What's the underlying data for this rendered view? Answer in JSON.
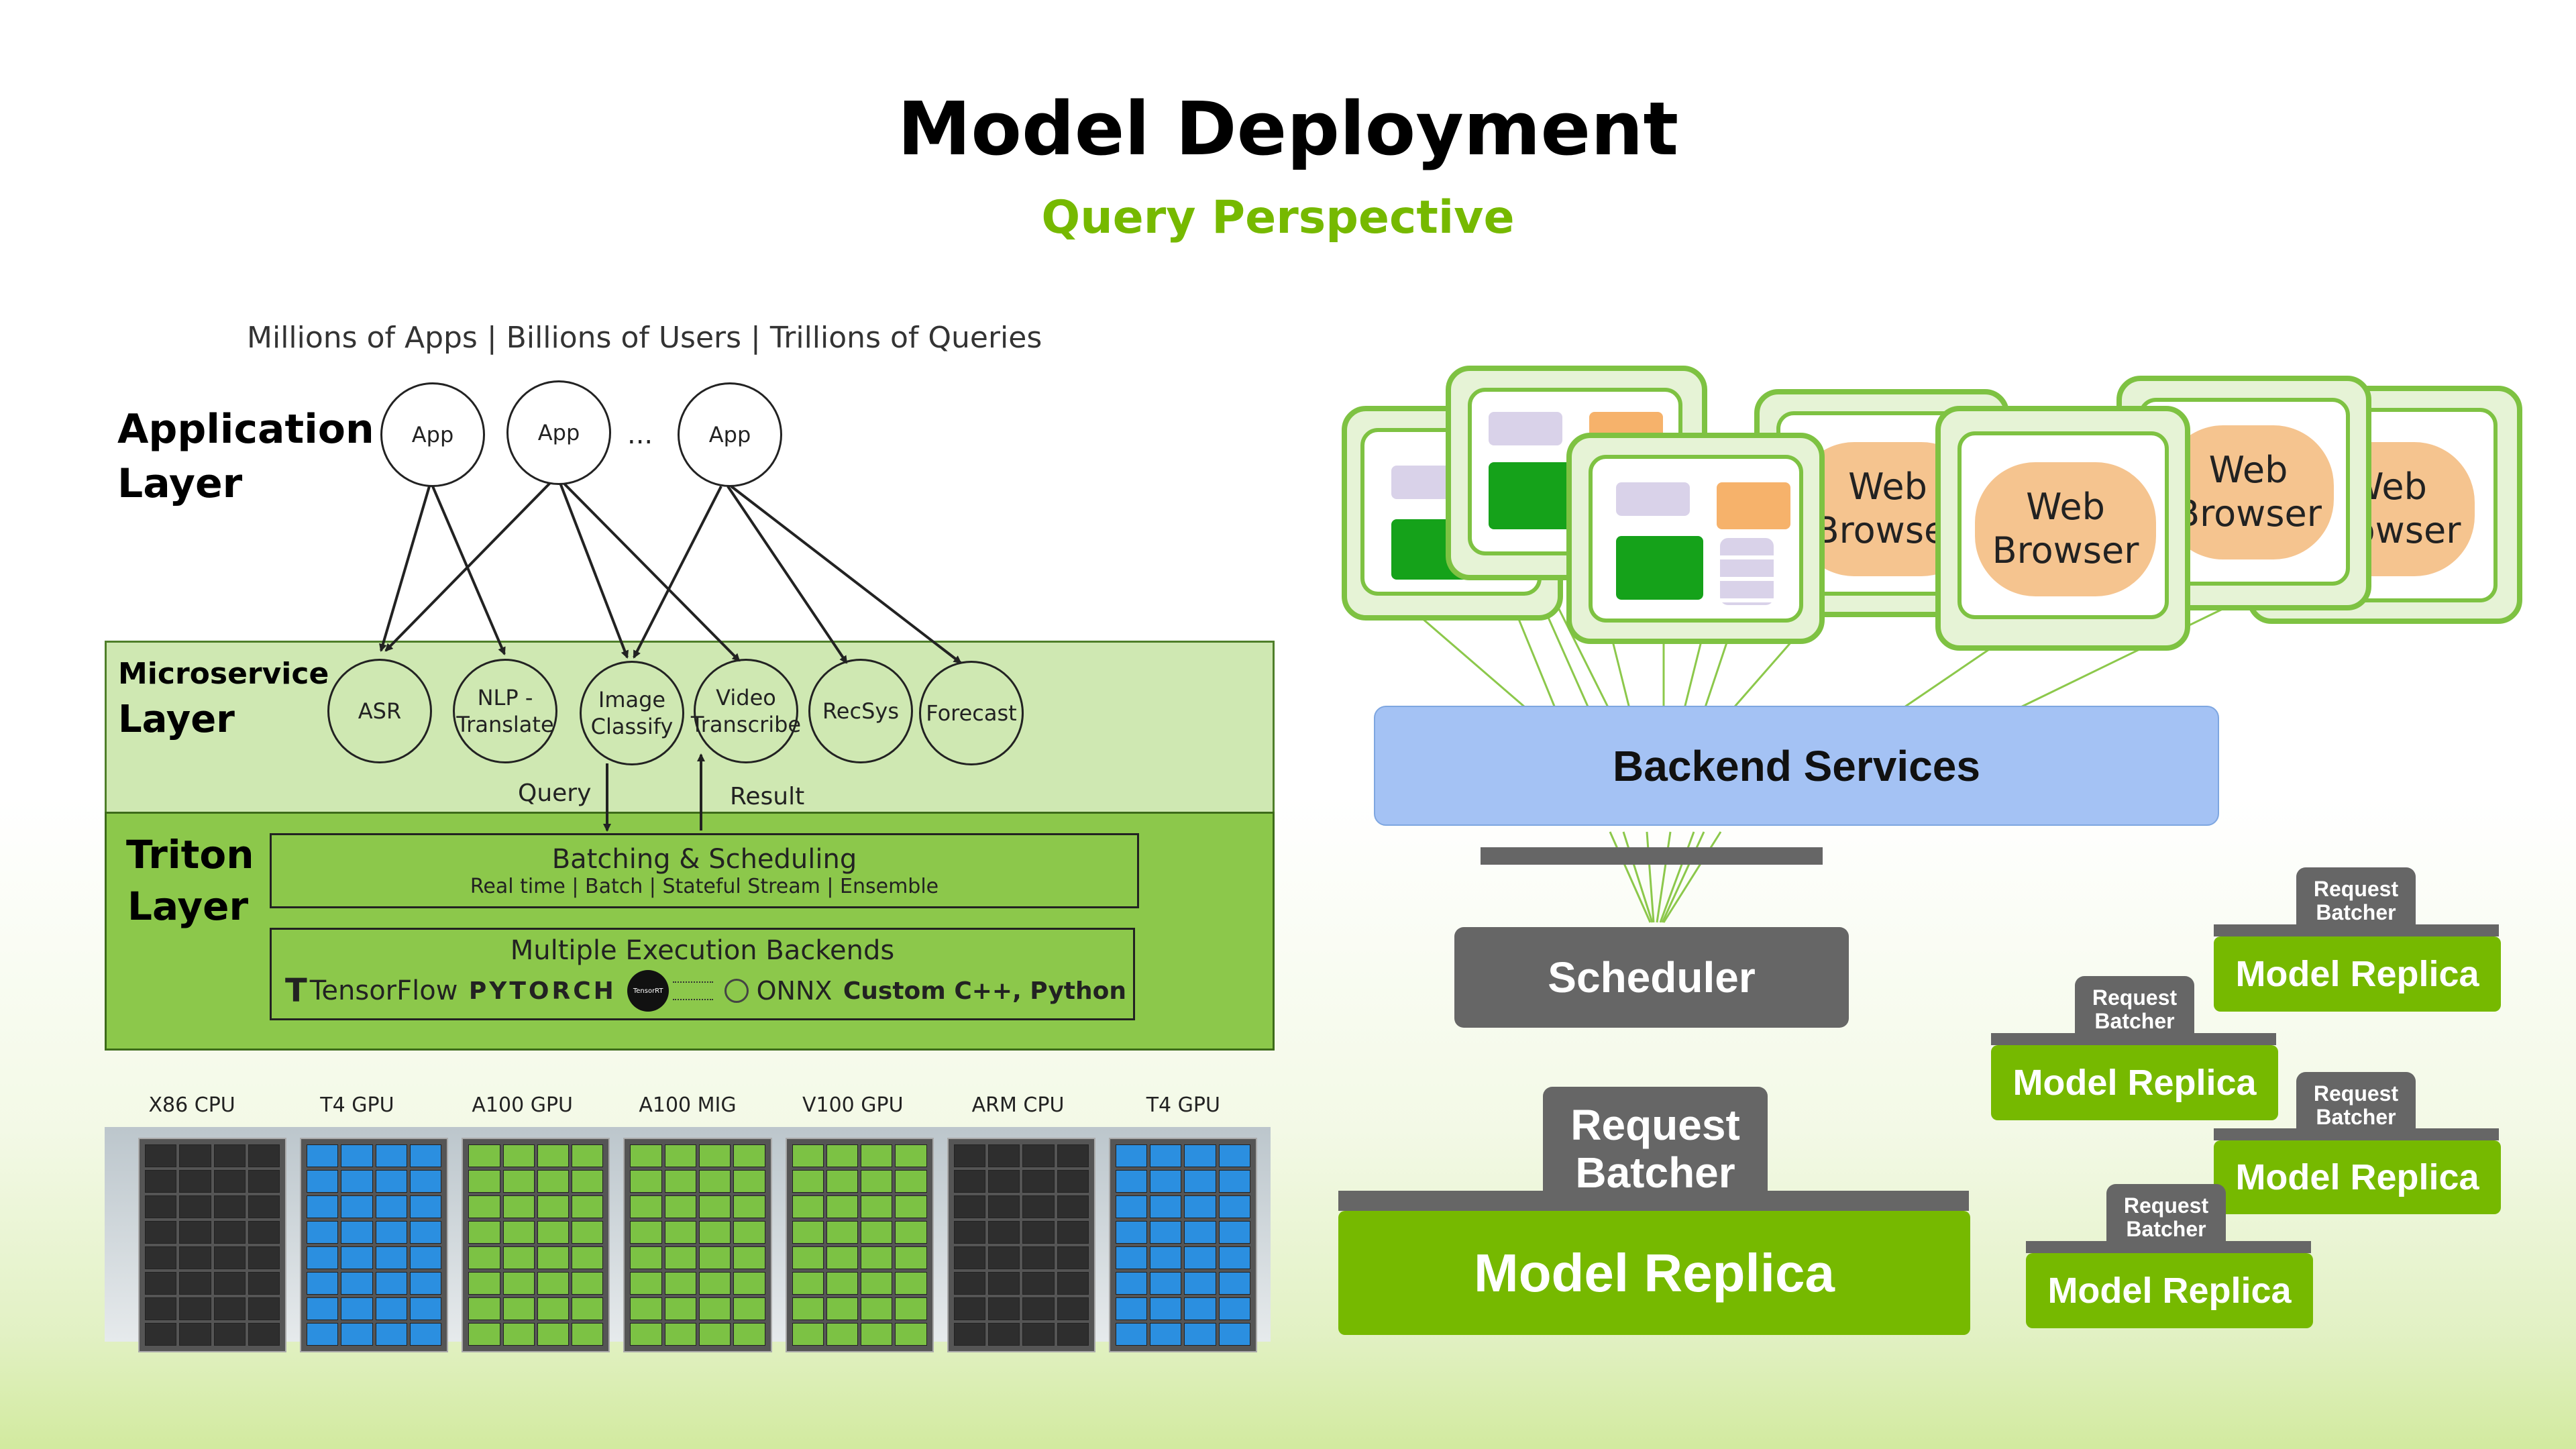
{
  "title": "Model Deployment",
  "subtitle": "Query Perspective",
  "left": {
    "tagline": "Millions of Apps | Billions of Users | Trillions of Queries",
    "application_layer": {
      "label": "Application Layer",
      "apps": [
        "App",
        "App",
        "App"
      ],
      "ellipsis": "..."
    },
    "microservice_layer": {
      "label_top": "Microservice",
      "label_bottom": "Layer",
      "services": [
        "ASR",
        "NLP - Translate",
        "Image Classify",
        "Video Transcribe",
        "RecSys",
        "Forecast"
      ]
    },
    "query_label": "Query",
    "result_label": "Result",
    "triton_layer": {
      "label_top": "Triton",
      "label_bottom": "Layer",
      "batching_title": "Batching & Scheduling",
      "batching_sub": "Real time | Batch | Stateful Stream | Ensemble",
      "backends_title": "Multiple Execution Backends",
      "backends": [
        "TensorFlow",
        "PYTORCH",
        "TensorRT",
        "ONNX",
        "Custom C++, Python"
      ]
    },
    "hardware": [
      "X86 CPU",
      "T4 GPU",
      "A100 GPU",
      "A100 MIG",
      "V100 GPU",
      "ARM CPU",
      "T4 GPU"
    ]
  },
  "right": {
    "web_browser_label": "Web Browser",
    "backend_services": "Backend Services",
    "scheduler": "Scheduler",
    "request_batcher": "Request Batcher",
    "model_replica": "Model Replica",
    "small_batcher": "Request Batcher",
    "small_replica": "Model Replica"
  },
  "colors": {
    "nvidia_green": "#76b900",
    "backend_blue": "#a4c2f4",
    "micro_layer": "#cfe8b2",
    "triton_layer": "#8cc84b"
  }
}
